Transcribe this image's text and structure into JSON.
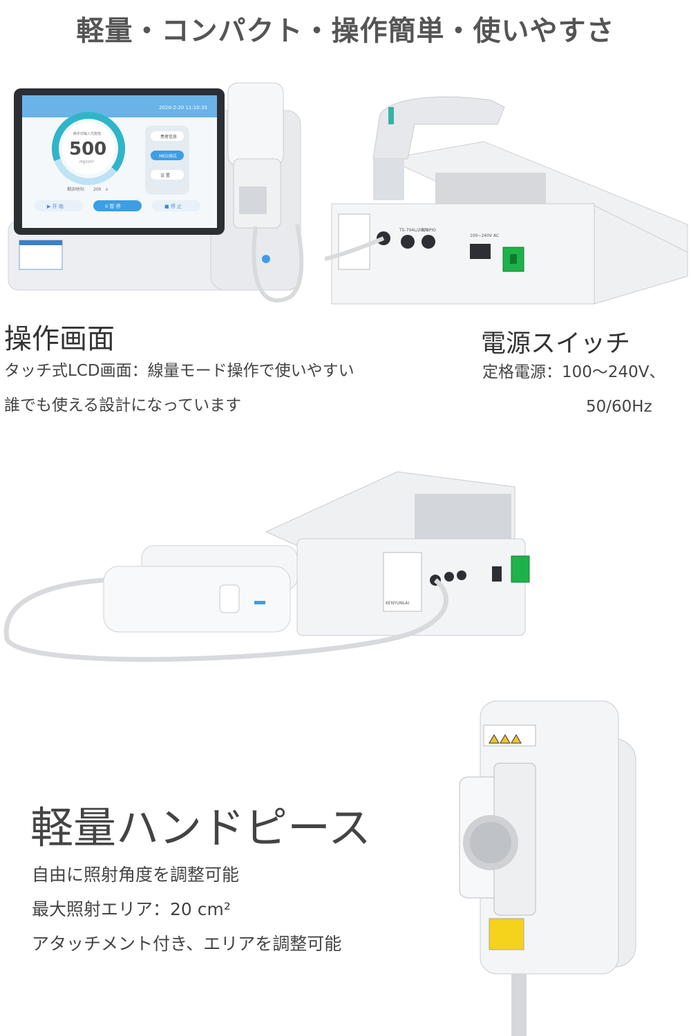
{
  "headline": "軽量・コンパクト・操作簡単・使いやすさ",
  "screen_section": {
    "title": "操作画面",
    "lines": [
      "タッチ式LCD画面：線量モード操作で使いやすい",
      "誰でも使える設計になっています"
    ]
  },
  "power_section": {
    "title": "電源スイッチ",
    "lines": [
      "定格電源：100～240V、",
      "50/60Hz"
    ]
  },
  "handpiece_section": {
    "title": "軽量ハンドピース",
    "lines": [
      "自由に照射角度を調整可能",
      "最大照射エリア：20 cm²",
      "アタッチメント付き、エリアを調整可能"
    ]
  },
  "device_screen": {
    "datetime": "2020-2-20  11:10:33",
    "gauge_caption": "病手切输入光能值",
    "gauge_value": "500",
    "gauge_unit": "mJ/cm²",
    "remaining_label": "剩余时间:",
    "remaining_value": "200",
    "remaining_unit": "s",
    "side_buttons": [
      "患者信息",
      "MED测试",
      "设  置"
    ],
    "bottom_buttons": [
      "▶ 开 始",
      "II 暂 停",
      "■ 停 止"
    ]
  },
  "rear_panel": {
    "port_labels": [
      "TS-704L/200V",
      "B/GPIO"
    ],
    "power_label": "100~240V AC",
    "brand_label": "KENYUNLAI"
  },
  "colors": {
    "accent_blue": "#2f8fd8",
    "switch_green": "#1db34a",
    "device_body": "#e9ecef"
  }
}
